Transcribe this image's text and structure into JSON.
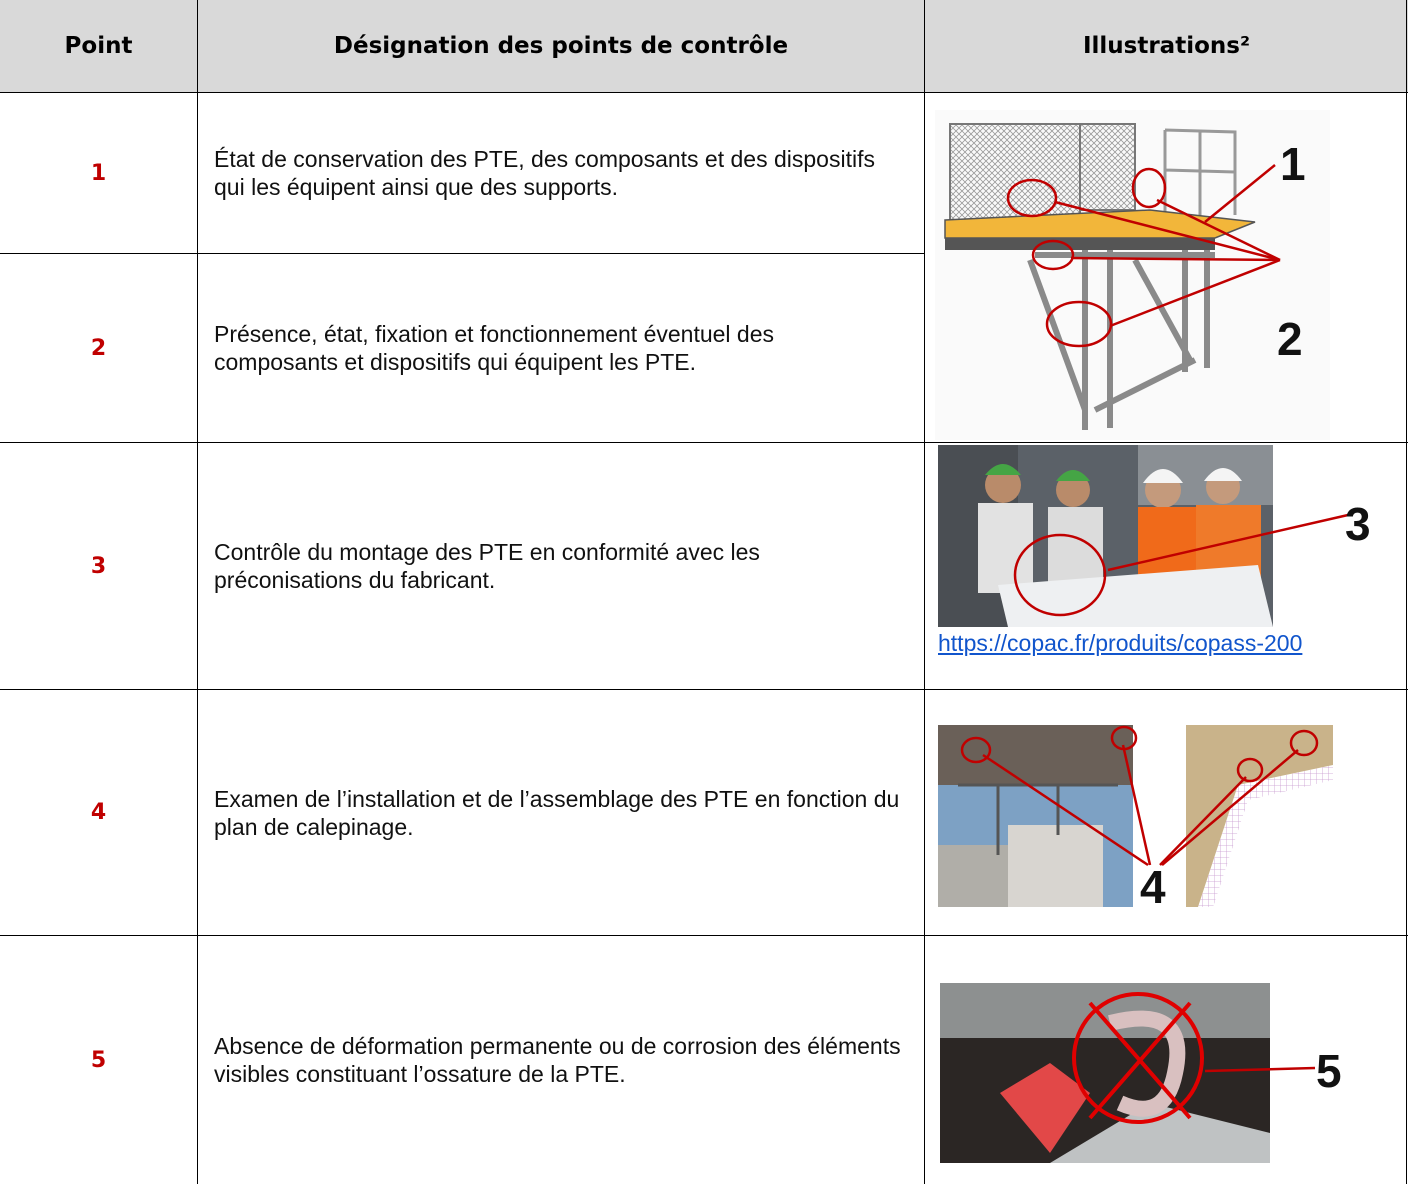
{
  "table": {
    "headers": {
      "point": "Point",
      "designation": "Désignation des points de contrôle",
      "illustrations": "Illustrations²"
    },
    "rows": [
      {
        "point": "1",
        "text": "État de conservation des PTE, des composants et des dispositifs qui les équipent ainsi que des supports."
      },
      {
        "point": "2",
        "text": "Présence, état, fixation et fonctionnement éventuel des composants et dispositifs qui équipent les PTE."
      },
      {
        "point": "3",
        "text": "Contrôle du montage des PTE en conformité avec les préconisations du fabricant."
      },
      {
        "point": "4",
        "text": "Examen de l’installation et de l’assemblage des PTE en fonction du plan de calepinage."
      },
      {
        "point": "5",
        "text": "Absence de déformation permanente ou de corrosion des éléments visibles constituant l’ossature de la PTE."
      }
    ]
  },
  "illustrations": {
    "img12_labels": [
      "1",
      "2"
    ],
    "img3_label": "3",
    "img3_link": "https://copac.fr/produits/copass-200",
    "img4_label": "4",
    "img5_label": "5"
  }
}
